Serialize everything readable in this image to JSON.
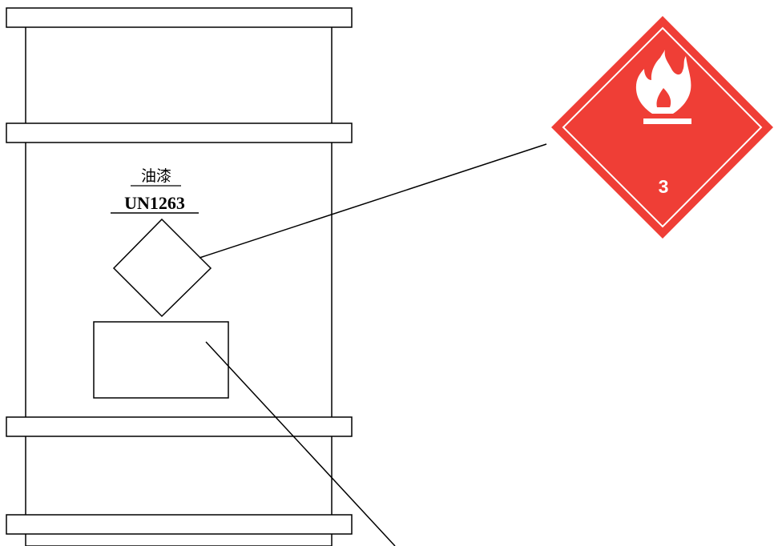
{
  "drum": {
    "product_name": "油漆",
    "un_number": "UN1263"
  },
  "hazard_label": {
    "class_number": "3",
    "icon": "flame-icon",
    "colors": {
      "background": "#EF3E36",
      "symbol": "#FFFFFF"
    }
  }
}
